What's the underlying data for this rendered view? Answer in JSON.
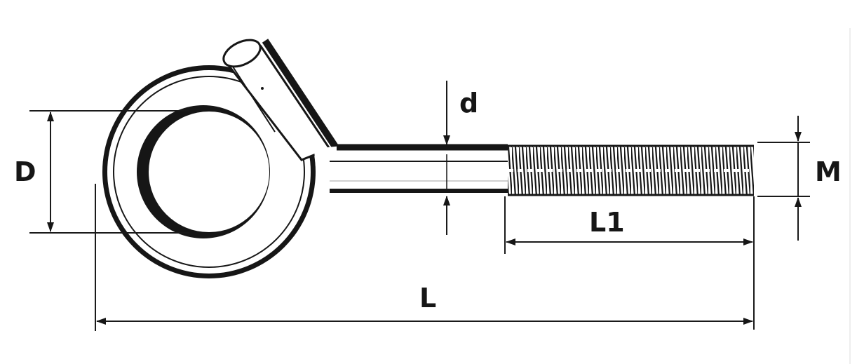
{
  "diagram": {
    "type": "eye-bolt-dimension-drawing",
    "colors": {
      "ink": "#161616",
      "paper": "#ffffff",
      "shade": "#cfcfcf"
    },
    "labels": {
      "D": "D",
      "d": "d",
      "M": "M",
      "L1": "L1",
      "L": "L"
    }
  }
}
